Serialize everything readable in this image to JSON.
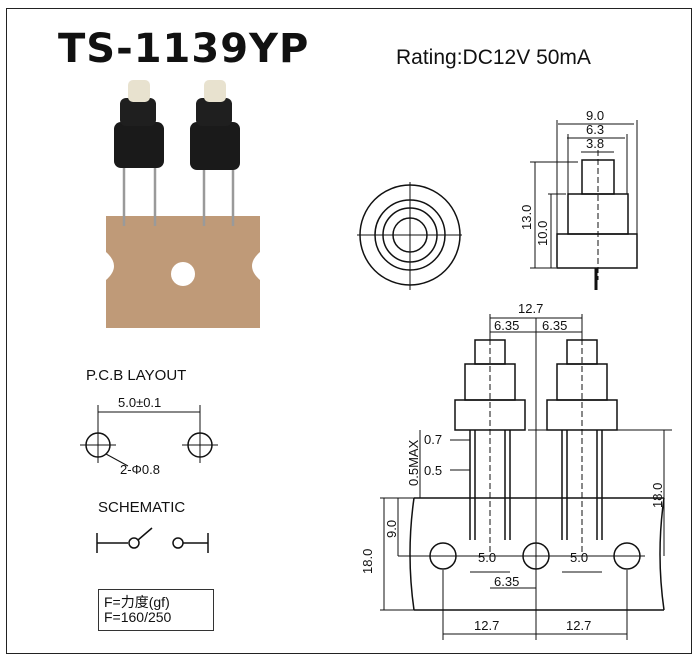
{
  "title": "TS-1139YP",
  "rating": "Rating:DC12V 50mA",
  "pcb_layout": {
    "title": "P.C.B LAYOUT",
    "pitch": "5.0±0.1",
    "hole": "2-Φ0.8"
  },
  "schematic": {
    "title": "SCHEMATIC"
  },
  "force": {
    "line1": "F=力度(gf)",
    "line2": "F=160/250"
  },
  "side_view": {
    "d_outer": "9.0",
    "d_mid": "6.3",
    "d_inner": "3.8",
    "h_total": "13.0",
    "h_body": "10.0"
  },
  "tape_view": {
    "pitch": "12.7",
    "half_left": "6.35",
    "half_right": "6.35",
    "pin_width": "0.7",
    "pin_thick": "0.5",
    "standoff": "0.5MAX",
    "hole_height": "9.0",
    "tape_width": "18.0",
    "lead_height": "18.0",
    "lead_pitch_1": "5.0",
    "lead_pitch_2": "5.0",
    "hole_offset": "6.35",
    "bottom_pitch_1": "12.7",
    "bottom_pitch_2": "12.7"
  },
  "colors": {
    "tape": "#bf9a78",
    "cap": "#e8e2cf",
    "body": "#1a1a1a",
    "line": "#111111"
  }
}
